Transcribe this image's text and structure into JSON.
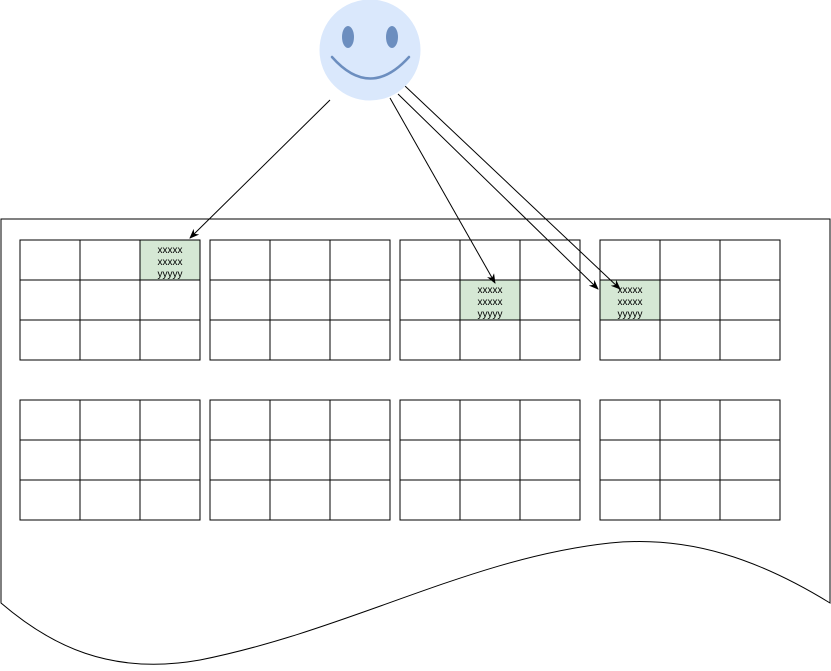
{
  "diagram": {
    "colors": {
      "face_fill": "#dae8fc",
      "face_features": "#6c8ebf",
      "highlight_fill": "#d5e8d4",
      "line": "#000000",
      "background": "#ffffff"
    },
    "actor": {
      "icon": "smiley-face-icon"
    },
    "grid_rows": 2,
    "blocks_per_row": 4,
    "cells_per_block": {
      "rows": 3,
      "cols": 3
    },
    "highlighted_cells": [
      {
        "row": 0,
        "block": 0,
        "cell_row": 0,
        "cell_col": 2,
        "lines": [
          "xxxxx",
          "xxxxx",
          "yyyyy"
        ]
      },
      {
        "row": 0,
        "block": 2,
        "cell_row": 1,
        "cell_col": 1,
        "lines": [
          "xxxxx",
          "xxxxx",
          "yyyyy"
        ]
      },
      {
        "row": 0,
        "block": 3,
        "cell_row": 1,
        "cell_col": 0,
        "lines": [
          "xxxxx",
          "xxxxx",
          "yyyyy"
        ]
      }
    ],
    "arrows": [
      {
        "from": "actor",
        "to_highlight": 0
      },
      {
        "from": "actor",
        "to_highlight": 1
      },
      {
        "from": "actor",
        "to_highlight": 2
      },
      {
        "from": "actor",
        "to_highlight": 2
      }
    ]
  }
}
